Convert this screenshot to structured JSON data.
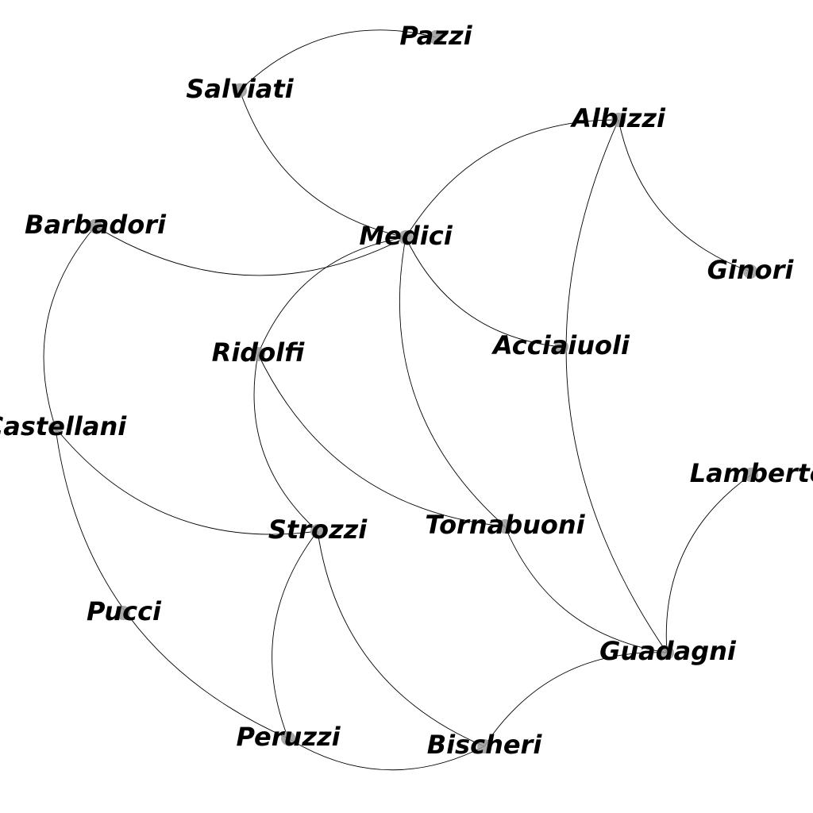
{
  "graph": {
    "node_color": "#9a9a9a",
    "edge_color": "#000000",
    "label_color": "#000000",
    "nodes": [
      {
        "id": "Pazzi",
        "label": "Pazzi"
      },
      {
        "id": "Salviati",
        "label": "Salviati"
      },
      {
        "id": "Albizzi",
        "label": "Albizzi"
      },
      {
        "id": "Barbadori",
        "label": "Barbadori"
      },
      {
        "id": "Medici",
        "label": "Medici"
      },
      {
        "id": "Ginori",
        "label": "Ginori"
      },
      {
        "id": "Ridolfi",
        "label": "Ridolfi"
      },
      {
        "id": "Acciaiuoli",
        "label": "Acciaiuoli"
      },
      {
        "id": "Castellani",
        "label": "Castellani"
      },
      {
        "id": "Lamberteschi",
        "label": "Lamberteschi"
      },
      {
        "id": "Strozzi",
        "label": "Strozzi"
      },
      {
        "id": "Tornabuoni",
        "label": "Tornabuoni"
      },
      {
        "id": "Pucci",
        "label": "Pucci"
      },
      {
        "id": "Guadagni",
        "label": "Guadagni"
      },
      {
        "id": "Peruzzi",
        "label": "Peruzzi"
      },
      {
        "id": "Bischeri",
        "label": "Bischeri"
      }
    ],
    "edges": [
      [
        "Pazzi",
        "Salviati"
      ],
      [
        "Salviati",
        "Medici"
      ],
      [
        "Albizzi",
        "Medici"
      ],
      [
        "Albizzi",
        "Ginori"
      ],
      [
        "Albizzi",
        "Guadagni"
      ],
      [
        "Barbadori",
        "Medici"
      ],
      [
        "Barbadori",
        "Castellani"
      ],
      [
        "Medici",
        "Ridolfi"
      ],
      [
        "Medici",
        "Acciaiuoli"
      ],
      [
        "Medici",
        "Tornabuoni"
      ],
      [
        "Ridolfi",
        "Strozzi"
      ],
      [
        "Ridolfi",
        "Tornabuoni"
      ],
      [
        "Castellani",
        "Strozzi"
      ],
      [
        "Castellani",
        "Peruzzi"
      ],
      [
        "Strozzi",
        "Peruzzi"
      ],
      [
        "Strozzi",
        "Bischeri"
      ],
      [
        "Tornabuoni",
        "Guadagni"
      ],
      [
        "Lamberteschi",
        "Guadagni"
      ],
      [
        "Guadagni",
        "Bischeri"
      ],
      [
        "Peruzzi",
        "Bischeri"
      ]
    ]
  }
}
